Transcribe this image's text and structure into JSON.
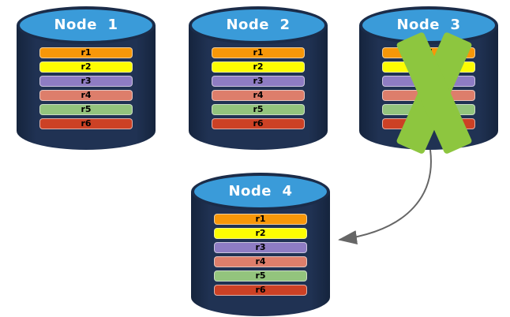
{
  "nodes": [
    {
      "label": "Node  1",
      "status": "active",
      "rows": [
        {
          "label": "r1",
          "color": "#F79709"
        },
        {
          "label": "r2",
          "color": "#FDFD02"
        },
        {
          "label": "r3",
          "color": "#8E7CC3"
        },
        {
          "label": "r4",
          "color": "#DD7E6B"
        },
        {
          "label": "r5",
          "color": "#93C47D"
        },
        {
          "label": "r6",
          "color": "#CC4125"
        }
      ]
    },
    {
      "label": "Node  2",
      "status": "active",
      "rows": [
        {
          "label": "r1",
          "color": "#F79709"
        },
        {
          "label": "r2",
          "color": "#FDFD02"
        },
        {
          "label": "r3",
          "color": "#8E7CC3"
        },
        {
          "label": "r4",
          "color": "#DD7E6B"
        },
        {
          "label": "r5",
          "color": "#93C47D"
        },
        {
          "label": "r6",
          "color": "#CC4125"
        }
      ]
    },
    {
      "label": "Node  3",
      "status": "failed",
      "rows": [
        {
          "label": "r1",
          "color": "#F79709"
        },
        {
          "label": "r2",
          "color": "#FDFD02"
        },
        {
          "label": "r3",
          "color": "#8E7CC3"
        },
        {
          "label": "r4",
          "color": "#DD7E6B"
        },
        {
          "label": "r5",
          "color": "#93C47D"
        },
        {
          "label": "r6",
          "color": "#CC4125"
        }
      ]
    },
    {
      "label": "Node  4",
      "status": "active",
      "rows": [
        {
          "label": "r1",
          "color": "#F79709"
        },
        {
          "label": "r2",
          "color": "#FDFD02"
        },
        {
          "label": "r3",
          "color": "#8E7CC3"
        },
        {
          "label": "r4",
          "color": "#DD7E6B"
        },
        {
          "label": "r5",
          "color": "#93C47D"
        },
        {
          "label": "r6",
          "color": "#CC4125"
        }
      ]
    }
  ],
  "failure_mark": {
    "node_label": "Node  3",
    "icon": "x-mark-icon",
    "color": "#8DC63F"
  },
  "arrow": {
    "from": "Node  3",
    "to": "Node  4",
    "color": "#666666"
  },
  "colors": {
    "background": "#FFFFFF",
    "cylinder_body": "#203253",
    "cylinder_top_blue": "#3A9BD9",
    "cylinder_rim": "#1B2C49",
    "node_label_text": "#FFFFFF",
    "row_label_text": "#000000"
  }
}
